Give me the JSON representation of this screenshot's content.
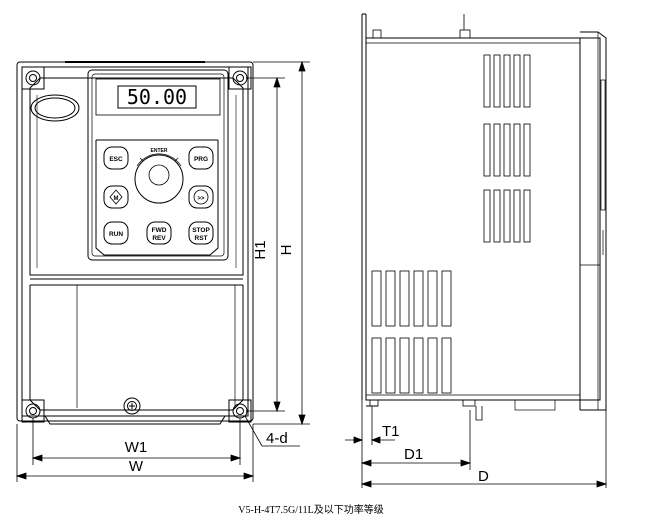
{
  "display": {
    "value": "50.00"
  },
  "keypad": {
    "enter": "ENTER",
    "esc": "ESC",
    "prg": "PRG",
    "m": "M",
    "shift": ">>",
    "run": "RUN",
    "fwd": "FWD",
    "rev": "REV",
    "stop": "STOP",
    "rst": "RST"
  },
  "dimensions": {
    "h1": "H1",
    "h": "H",
    "w1": "W1",
    "w": "W",
    "hole": "4-d",
    "t1": "T1",
    "d1": "D1",
    "d": "D"
  },
  "caption": "V5-H-4T7.5G/11L及以下功率等级"
}
